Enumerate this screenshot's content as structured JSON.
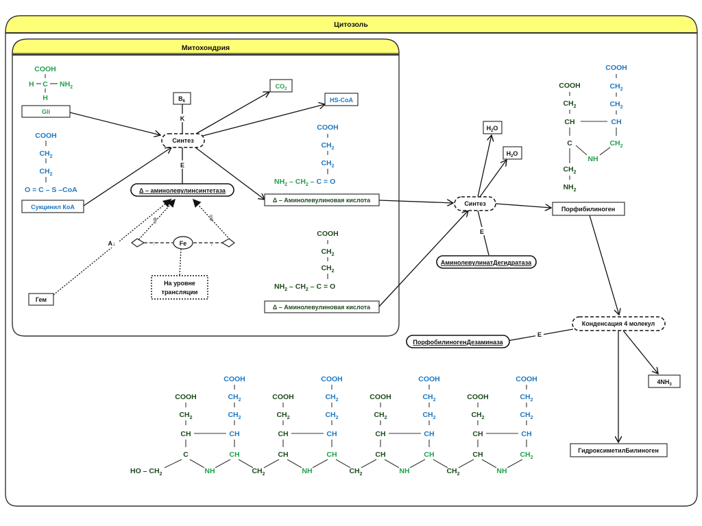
{
  "compartments": {
    "cytosol": "Цитозоль",
    "mitochondria": "Митохондрия"
  },
  "colors": {
    "header_fill": "#ffff77",
    "dark_green": "#1d4a1d",
    "blue": "#1e78c0",
    "green": "#22a04a"
  },
  "glycine": {
    "formula": [
      "COOH",
      "H",
      "C",
      "NH2",
      "H"
    ],
    "label": "Gli"
  },
  "succinyl_coa": {
    "formula": [
      "COOH",
      "CH2",
      "CH2",
      "O = C – S –CoA"
    ],
    "label": "Сукцинил КоА"
  },
  "step1": {
    "node": "Синтез",
    "cofactor": "B6",
    "cofactor_edge": "K",
    "enzyme_edge": "E",
    "enzyme": "Δ – аминолевулинсинтетаза",
    "products": [
      "CO2",
      "HS-CoA"
    ]
  },
  "regulation": {
    "heme": "Гем",
    "heme_edge": "A↓",
    "iron": "Fe",
    "up": "↑",
    "down": "↓",
    "up_double": "⇑",
    "down_double": "⇓",
    "note_line1": "На уровне",
    "note_line2": "трансляции"
  },
  "ala": {
    "formula_top": [
      "COOH",
      "CH2",
      "CH2"
    ],
    "formula_bottom": "NH2 – CH2 – C = O",
    "label": "Δ – Аминолевулиновая кислота"
  },
  "step2": {
    "node": "Синтез",
    "products": [
      "H2O",
      "H2O"
    ],
    "enzyme_edge": "E",
    "enzyme": "АминолевулинатДегидратаза",
    "product": "Порфибилиноген"
  },
  "porphobilinogen_formula": {
    "left": [
      "COOH",
      "CH2",
      "CH",
      "C",
      "CH2",
      "NH2"
    ],
    "right": [
      "COOH",
      "CH2",
      "CH2",
      "CH",
      "CH2"
    ],
    "ring_n": "NH"
  },
  "step3": {
    "node": "Конденсация 4 молекул",
    "enzyme_edge": "E",
    "enzyme": "ПорфобилиногенДезаминаза",
    "byproduct": "4NH3",
    "product": "ГидроксиметилБилиноген"
  },
  "hmb_formula": {
    "start": "HO – CH2",
    "units": 4,
    "acid": "COOH",
    "ch2": "CH2",
    "ch": "CH",
    "c": "C",
    "nh": "NH"
  }
}
